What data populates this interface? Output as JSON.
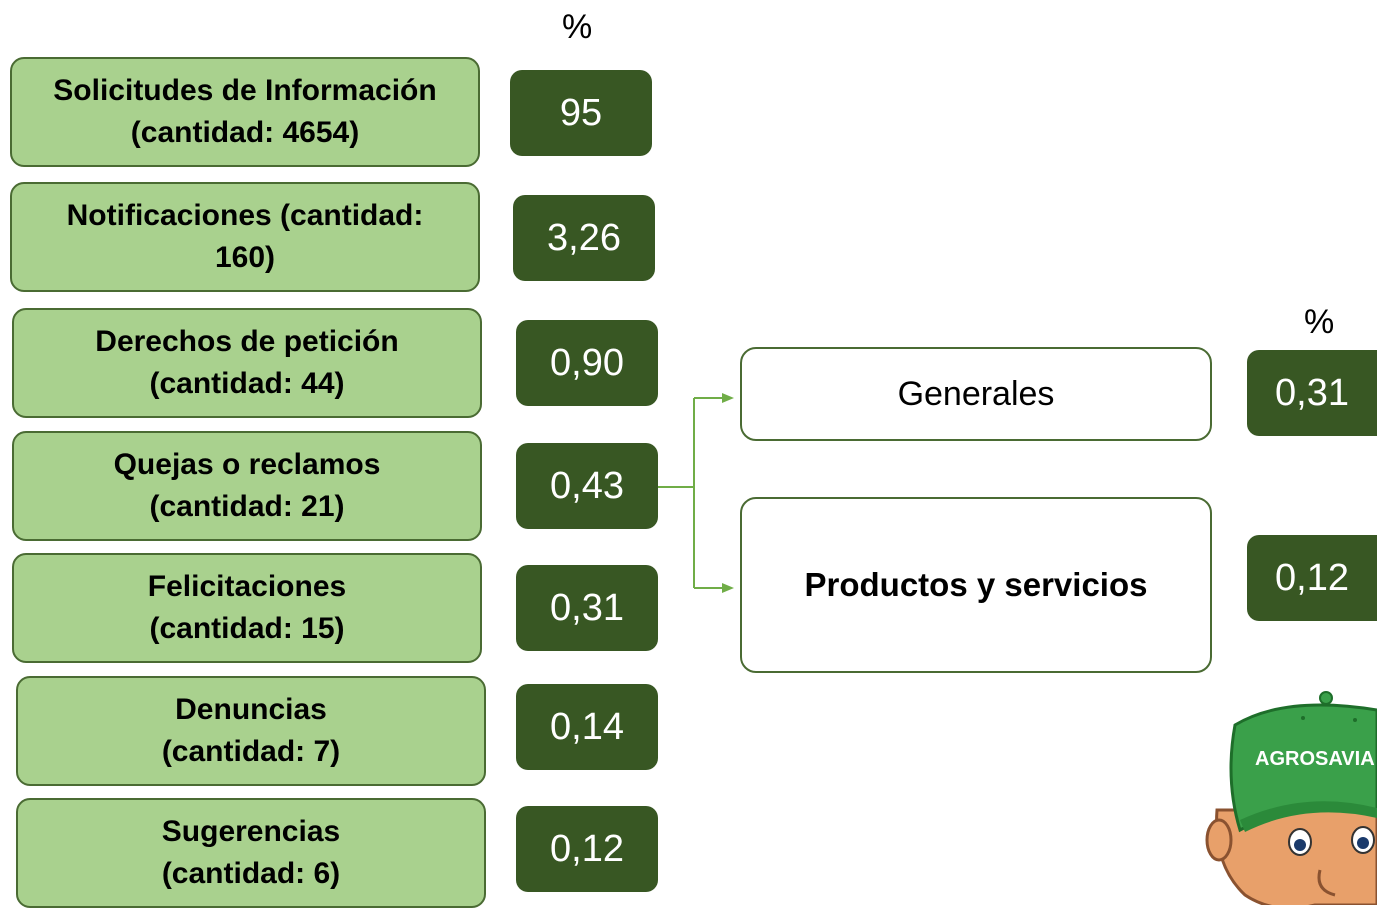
{
  "left_column": {
    "percent_header": "%",
    "rows": [
      {
        "name": "Solicitudes de Información",
        "count": "(cantidad: 4654)",
        "percent": "95"
      },
      {
        "name": "Notificaciones (cantidad:",
        "count": "160)",
        "percent": "3,26"
      },
      {
        "name": "Derechos de petición",
        "count": "(cantidad: 44)",
        "percent": "0,90"
      },
      {
        "name": "Quejas o reclamos",
        "count": "(cantidad: 21)",
        "percent": "0,43"
      },
      {
        "name": "Felicitaciones",
        "count": "(cantidad: 15)",
        "percent": "0,31"
      },
      {
        "name": "Denuncias",
        "count": "(cantidad: 7)",
        "percent": "0,14"
      },
      {
        "name": "Sugerencias",
        "count": "(cantidad: 6)",
        "percent": "0,12"
      }
    ]
  },
  "breakdown": {
    "percent_header": "%",
    "items": [
      {
        "label": "Generales",
        "percent": "0,31"
      },
      {
        "label": "Productos y servicios",
        "percent": "0,12"
      }
    ]
  },
  "mascot": {
    "cap_text": "AGROSAVIA"
  },
  "colors": {
    "category_fill": "#a9d18e",
    "category_border": "#4a6b33",
    "value_fill": "#385723",
    "connector": "#70ad47"
  }
}
